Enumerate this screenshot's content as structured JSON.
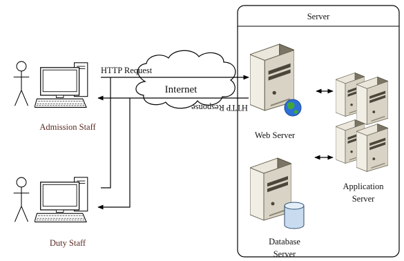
{
  "labels": {
    "server_group": "Server",
    "http_request": "HTTP Request",
    "http_response": "HTTP Response",
    "internet": "Internet",
    "admission_staff": "Admission Staff",
    "duty_staff": "Duty Staff",
    "web_server": "Web Server",
    "application_server_line1": "Application",
    "application_server_line2": "Server",
    "database_server_line1": "Database",
    "database_server_line2": "Server"
  },
  "colors": {
    "server_body": "#d8d3c4",
    "server_dark": "#7a7565",
    "staff_label": "#5a2a22",
    "globe_blue": "#2d6fd6",
    "globe_green": "#3fa83a",
    "db_cylinder": "#c9dcef"
  }
}
